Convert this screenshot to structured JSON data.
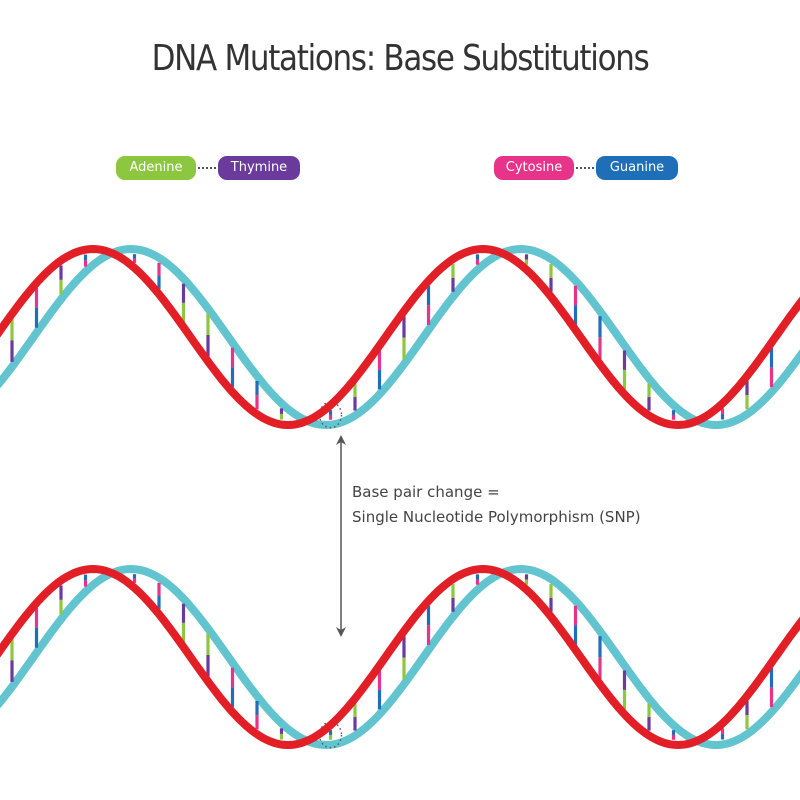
{
  "title": "DNA Mutations: Base Substitutions",
  "legend": {
    "pairs": [
      {
        "left": {
          "label": "Adenine",
          "color": "#8dc63f"
        },
        "right": {
          "label": "Thymine",
          "color": "#6a3a9c"
        }
      },
      {
        "left": {
          "label": "Cytosine",
          "color": "#e8338b"
        },
        "right": {
          "label": "Guanine",
          "color": "#1f6fb8"
        }
      }
    ]
  },
  "strand_colors": {
    "strand_a": "#e21f26",
    "strand_b": "#62c4cf"
  },
  "annotation": {
    "line1": "Base pair change =",
    "line2": "Single Nucleotide Polymorphism (SNP)"
  }
}
